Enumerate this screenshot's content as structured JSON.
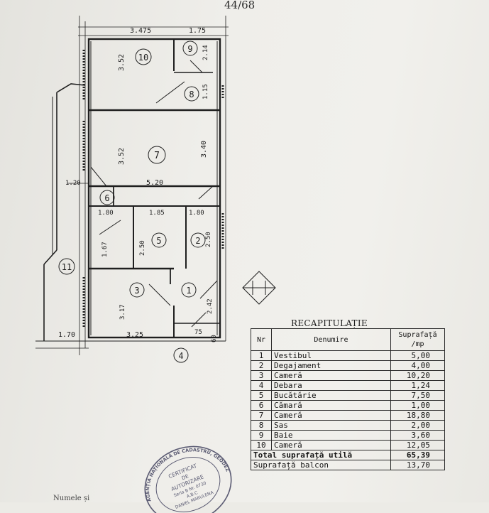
{
  "header": {
    "page_ref": "44/68"
  },
  "plan": {
    "room_labels": [
      "10",
      "9",
      "8",
      "7",
      "6",
      "5",
      "2",
      "3",
      "1",
      "4",
      "11"
    ],
    "dimensions": {
      "d_3475": "3.475",
      "d_175": "1.75",
      "d_352_top": "3.52",
      "d_214": "2.14",
      "d_115": "1.15",
      "d_352_mid": "3.52",
      "d_340": "3.40",
      "d_120": "1.20",
      "d_520": "5.20",
      "d_180a": "1.80",
      "d_185": "1.85",
      "d_180b": "1.80",
      "d_167": "1.67",
      "d_250a": "2.50",
      "d_250b": "2.50",
      "d_317": "3.17",
      "d_242": "2.42",
      "d_170": "1.70",
      "d_325": "3.25",
      "d_75": "75",
      "d_60": "60"
    }
  },
  "table": {
    "title": "RECAPITULAȚIE",
    "headers": {
      "nr": "Nr",
      "name": "Denumire",
      "area": "Suprafață /mp"
    },
    "rows": [
      {
        "nr": "1",
        "name": "Vestibul",
        "area": "5,00"
      },
      {
        "nr": "2",
        "name": "Degajament",
        "area": "4,00"
      },
      {
        "nr": "3",
        "name": "Cameră",
        "area": "10,20"
      },
      {
        "nr": "4",
        "name": "Debara",
        "area": "1,24"
      },
      {
        "nr": "5",
        "name": "Bucătărie",
        "area": "7,50"
      },
      {
        "nr": "6",
        "name": "Cămară",
        "area": "1,00"
      },
      {
        "nr": "7",
        "name": "Cameră",
        "area": "18,80"
      },
      {
        "nr": "8",
        "name": "Sas",
        "area": "2,00"
      },
      {
        "nr": "9",
        "name": "Baie",
        "area": "3,60"
      },
      {
        "nr": "10",
        "name": "Cameră",
        "area": "12,05"
      }
    ],
    "total_label": "Total suprafață utilă",
    "total_value": "65,39",
    "balcony_label": "Suprafață balcon",
    "balcony_value": "13,70"
  },
  "stamp": {
    "ring_text": "AGENȚIA NAȚIONALĂ DE CADASTRU, GEODEZIE ȘI CARTOGRAFIE",
    "line1": "CERTIFICAT",
    "line2": "DE",
    "line3": "AUTORIZARE",
    "line4": "Seria B Nr. 0730",
    "line5": "A.B.C",
    "line6": "DANIEL MARULENA"
  },
  "footer": {
    "note": "Numele și"
  },
  "colors": {
    "paper": "#efeeea",
    "ink": "#1d1d1d",
    "stamp_ink": "#5a5a72"
  }
}
